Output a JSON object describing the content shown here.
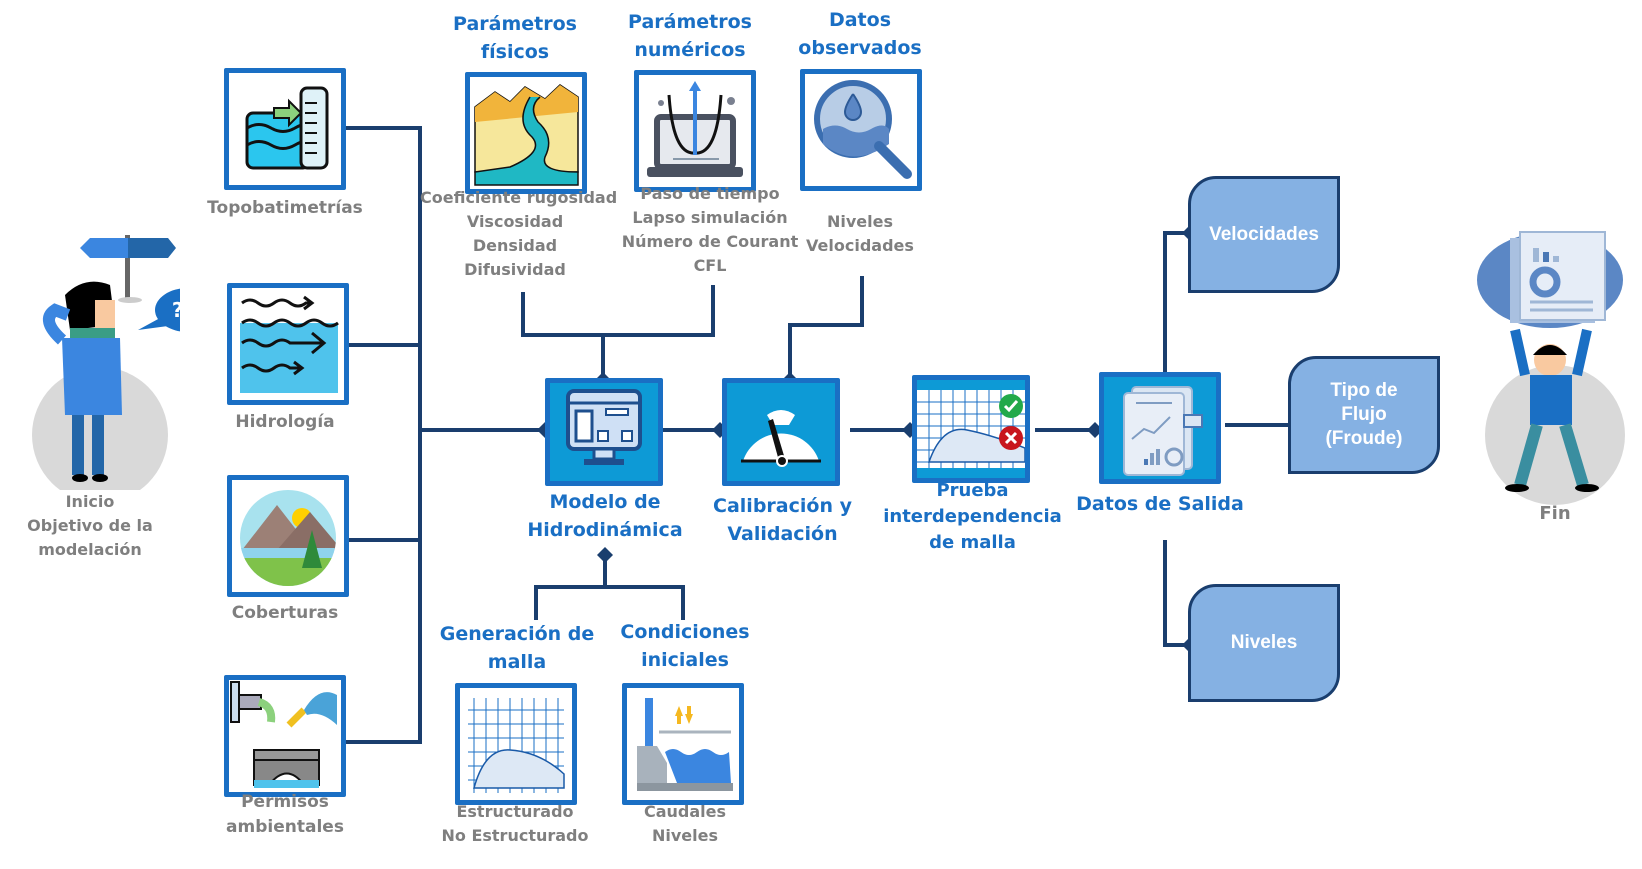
{
  "diagram": {
    "start": {
      "title": "Inicio",
      "subtitle_lines": [
        "Objetivo de la",
        "modelación"
      ],
      "speech_bubble": "?!?"
    },
    "inputs": [
      {
        "id": "topobatimetrias",
        "label": "Topobatimetrías",
        "icon": "water-level-ruler-icon"
      },
      {
        "id": "hidrologia",
        "label": "Hidrología",
        "icon": "water-flow-icon"
      },
      {
        "id": "coberturas",
        "label": "Coberturas",
        "icon": "landscape-icon"
      },
      {
        "id": "permisos",
        "label_lines": [
          "Permisos",
          "ambientales"
        ],
        "icon": "permits-icon"
      }
    ],
    "parameters": [
      {
        "id": "fisicos",
        "title_lines": [
          "Parámetros",
          "físicos"
        ],
        "items": [
          "Coeficiente rugosidad",
          "Viscosidad",
          "Densidad",
          "Difusividad"
        ],
        "icon": "river-terrain-icon"
      },
      {
        "id": "numericos",
        "title_lines": [
          "Parámetros",
          "numéricos"
        ],
        "items": [
          "Paso de tiempo",
          "Lapso simulación",
          "Número de Courant",
          "CFL"
        ],
        "icon": "laptop-curve-icon"
      },
      {
        "id": "observados",
        "title_lines": [
          "Datos",
          "observados"
        ],
        "items": [
          "Niveles",
          "Velocidades"
        ],
        "icon": "water-magnifier-icon"
      }
    ],
    "process": [
      {
        "id": "modelo",
        "label_lines": [
          "Modelo de",
          "Hidrodinámica"
        ],
        "icon": "monitor-flowchart-icon"
      },
      {
        "id": "calibracion",
        "label_lines": [
          "Calibración y",
          "Validación"
        ],
        "icon": "gauge-icon"
      },
      {
        "id": "prueba",
        "label_lines": [
          "Prueba",
          "interdependencia",
          "de malla"
        ],
        "icon": "mesh-check-icon"
      },
      {
        "id": "salida",
        "label_lines": [
          "Datos de Salida"
        ],
        "icon": "report-chart-icon"
      }
    ],
    "mesh_inputs": [
      {
        "id": "malla",
        "title_lines": [
          "Generación de",
          "malla"
        ],
        "items": [
          "Estructurado",
          "No Estructurado"
        ],
        "icon": "mesh-grid-icon"
      },
      {
        "id": "condiciones",
        "title_lines": [
          "Condiciones",
          "iniciales"
        ],
        "items": [
          "Caudales",
          "Niveles"
        ],
        "icon": "dam-water-icon"
      }
    ],
    "outputs": [
      {
        "id": "velocidades",
        "label_lines": [
          "Velocidades"
        ]
      },
      {
        "id": "flujo",
        "label_lines": [
          "Tipo de",
          "Flujo",
          "(Froude)"
        ]
      },
      {
        "id": "niveles",
        "label_lines": [
          "Niveles"
        ]
      }
    ],
    "end": {
      "title": "Fin"
    },
    "colors": {
      "accent": "#1a6fc4",
      "connector": "#1a3e6e",
      "process_fill": "#0d9ad6",
      "output_fill": "#85b1e3",
      "label_gray": "#7f7f7f"
    }
  }
}
